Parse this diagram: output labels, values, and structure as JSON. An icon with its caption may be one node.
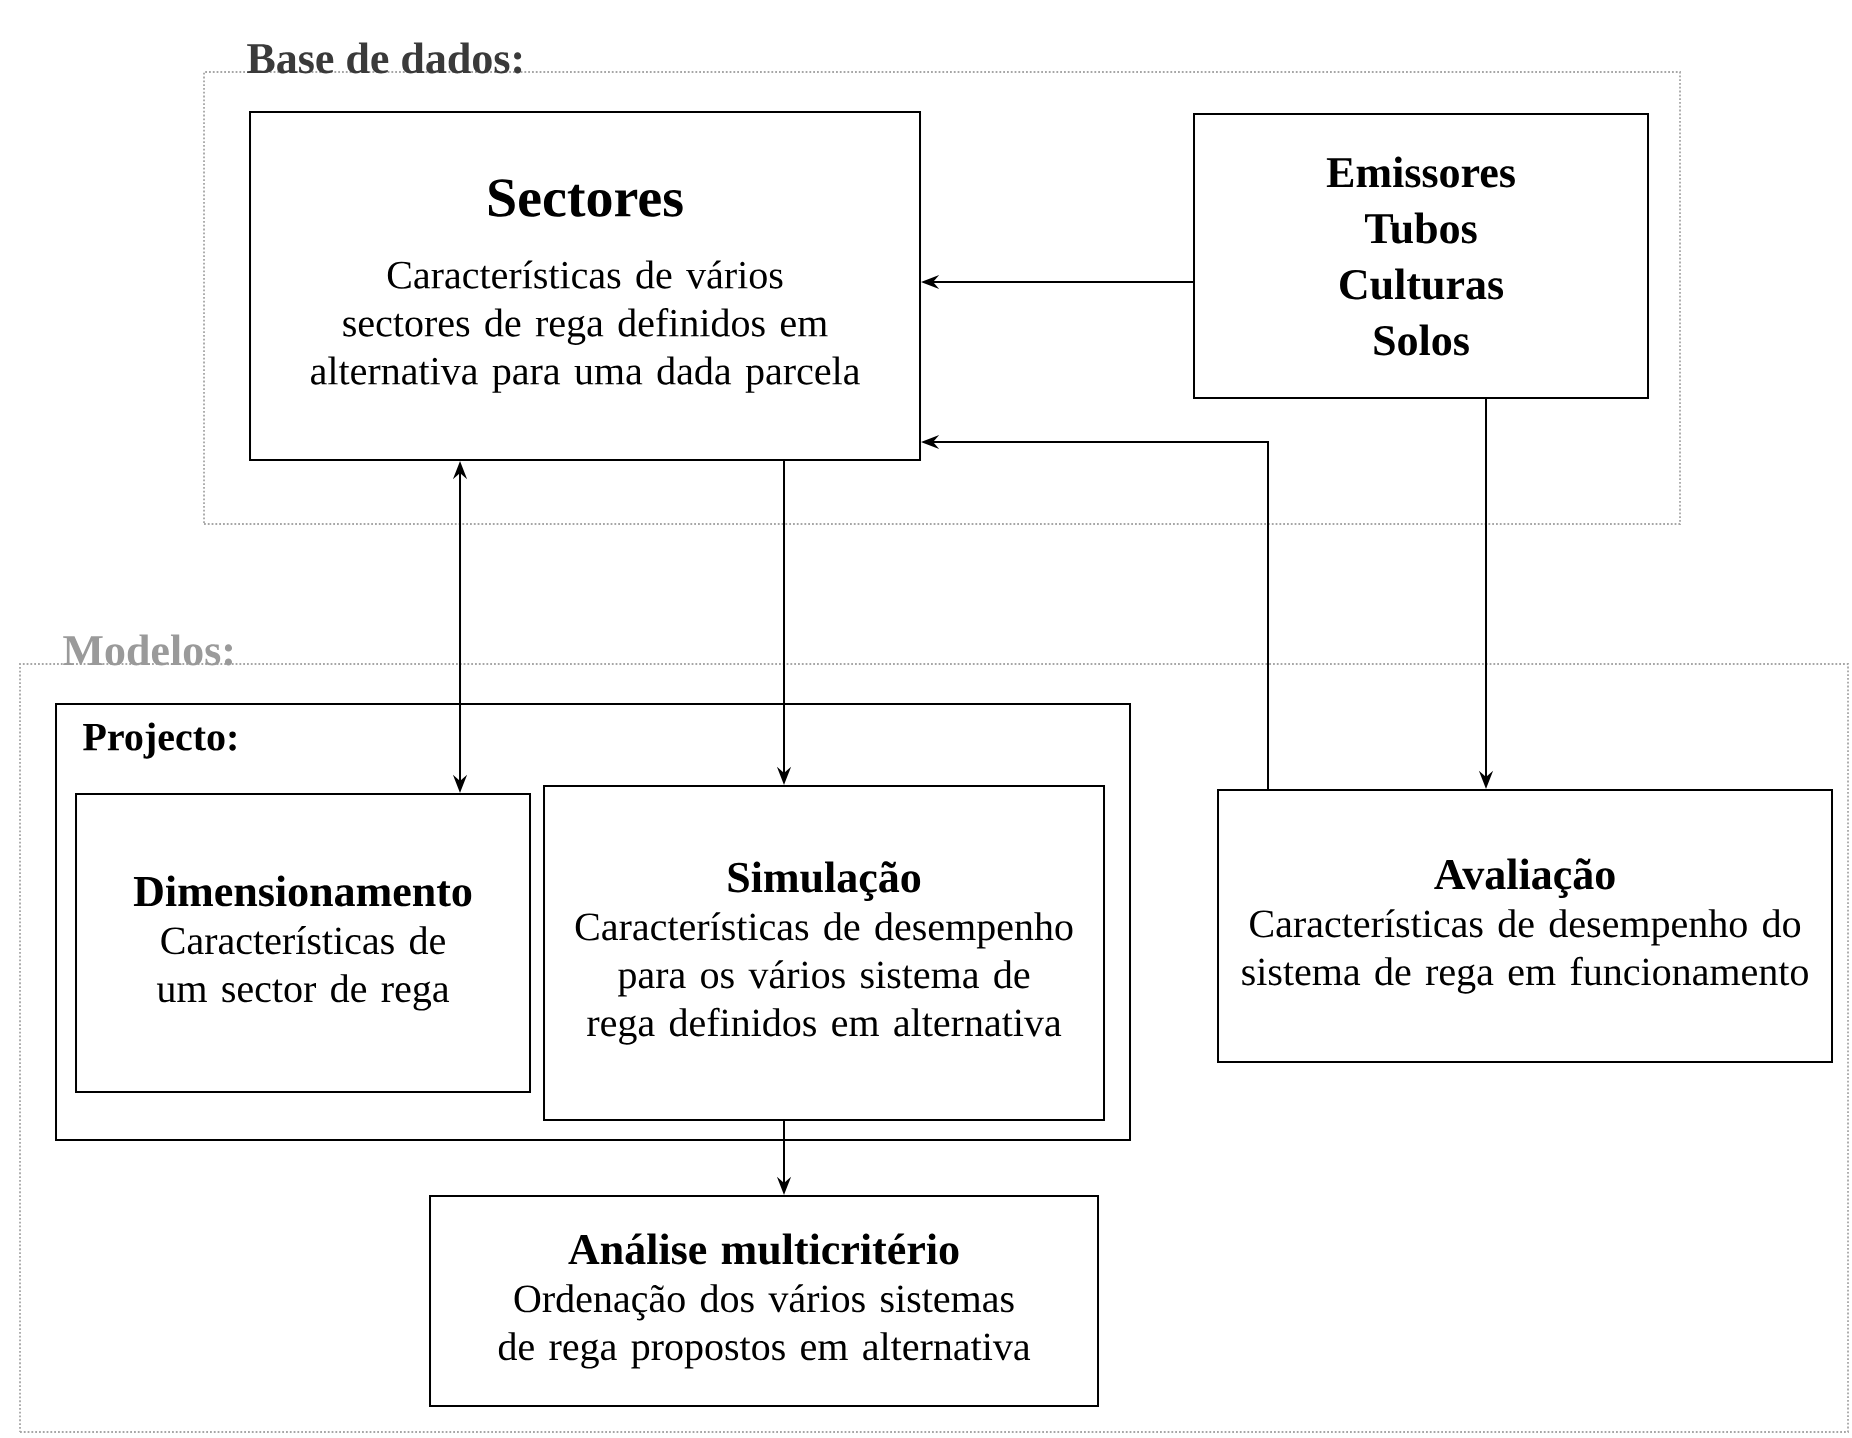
{
  "diagram": {
    "nodes": [
      {
        "text": [
          "Base de dados:"
        ]
      },
      {
        "text": [
          "Sectores",
          "Características de vários sectores de rega definidos em alternativa para uma dada parcela"
        ],
        "in": 0
      },
      {
        "text": [
          "Emissores",
          "Tubos",
          "Culturas",
          "Solos"
        ],
        "in": 0
      },
      {
        "text": [
          "Modelos:"
        ]
      },
      {
        "text": [
          "Projecto:"
        ],
        "in": 3
      },
      {
        "text": [
          "Dimensionamento",
          "Características de um sector de rega"
        ],
        "in": 4
      },
      {
        "text": [
          "Simulação",
          "Características de desempenho para os vários sistema de rega definidos em alternativa"
        ],
        "in": 4
      },
      {
        "text": [
          "Avaliação",
          "Características de desempenho do sistema de rega em funcionamento"
        ],
        "in": 3
      },
      {
        "text": [
          "Análise multicritério",
          "Ordenação dos vários sistemas de rega propostos em alternativa"
        ],
        "in": 3
      }
    ],
    "edges": [
      {
        "from": 2,
        "to": 1,
        "arrow": "to"
      },
      {
        "from": 5,
        "to": 1,
        "arrow": "both"
      },
      {
        "from": 1,
        "to": 6,
        "arrow": "to"
      },
      {
        "from": 7,
        "to": 1,
        "arrow": "to"
      },
      {
        "from": 2,
        "to": 7,
        "arrow": "to"
      },
      {
        "from": 6,
        "to": 8,
        "arrow": "to"
      }
    ]
  }
}
